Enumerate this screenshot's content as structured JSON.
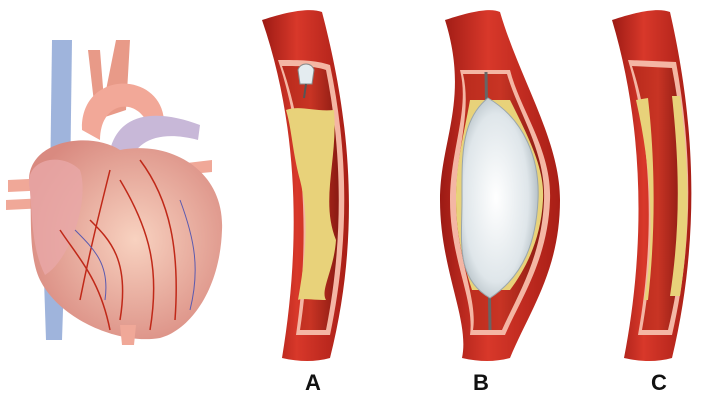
{
  "panels": [
    {
      "label": "A"
    },
    {
      "label": "B"
    },
    {
      "label": "C"
    }
  ],
  "colors": {
    "vessel_wall": "#c8281e",
    "vessel_inner": "#e86a4e",
    "plaque": "#e8d27a",
    "balloon": "#e4ecf0",
    "heart": "#f0b4a0"
  }
}
